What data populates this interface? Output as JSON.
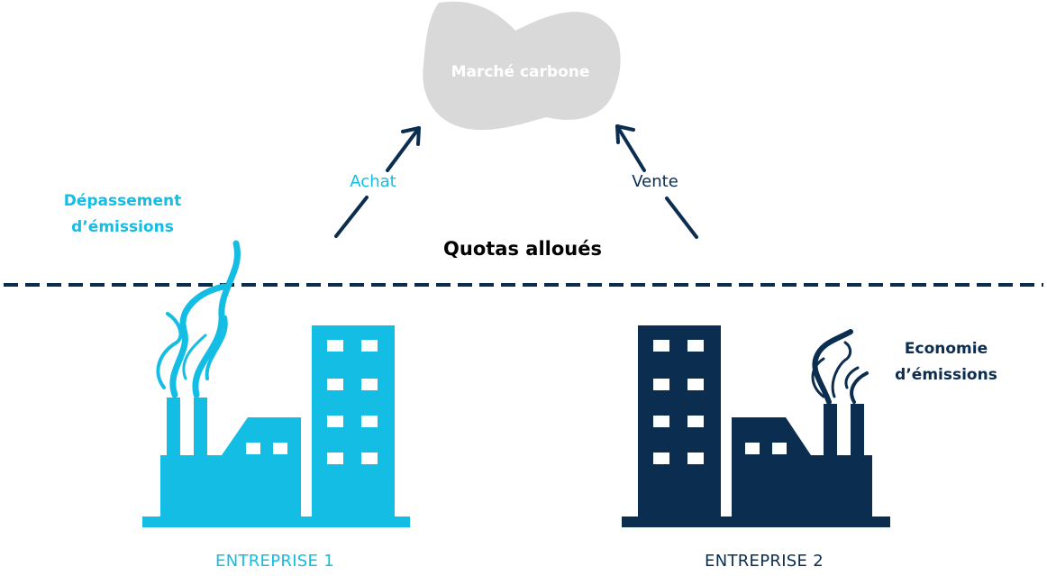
{
  "market": {
    "label": "Marché carbone"
  },
  "arrows": {
    "buy_label": "Achat",
    "sell_label": "Vente"
  },
  "threshold": {
    "label": "Quotas alloués"
  },
  "company1": {
    "status_line1": "Dépassement",
    "status_line2": "d’émissions",
    "name": "ENTREPRISE 1"
  },
  "company2": {
    "status_line1": "Economie",
    "status_line2": "d’émissions",
    "name": "ENTREPRISE 2"
  },
  "colors": {
    "company1": "#14bde3",
    "company2": "#0b2d4f",
    "cloud": "#d9d9d9",
    "cloud_text": "#ffffff",
    "arrow": "#0b2d4f",
    "dashed_line": "#0b2d4f"
  },
  "icons": {
    "market": "cloud-icon",
    "company1": "factory-icon",
    "company2": "factory-icon"
  }
}
